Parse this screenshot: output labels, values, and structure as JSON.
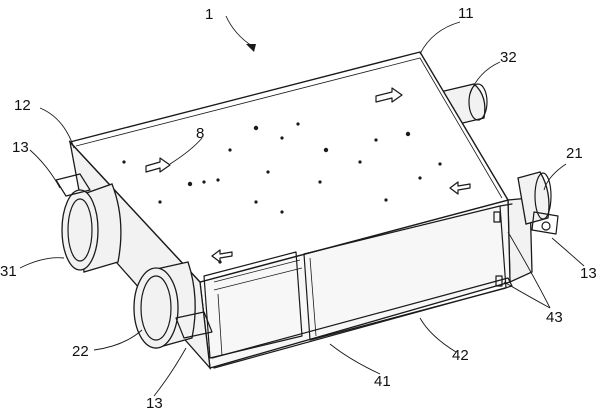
{
  "reference_numerals": {
    "unit": "1",
    "top_panel": "11",
    "side_wall_left": "12",
    "bracket_left": "13",
    "bracket_bottom": "13",
    "bracket_right": "13",
    "duct_left_rear": "31",
    "duct_left_front": "22",
    "duct_right": "21",
    "duct_rear_right": "32",
    "arrow_marker": "8",
    "front_panel_bottom": "41",
    "front_panel_door": "42",
    "door_edge": "43"
  }
}
